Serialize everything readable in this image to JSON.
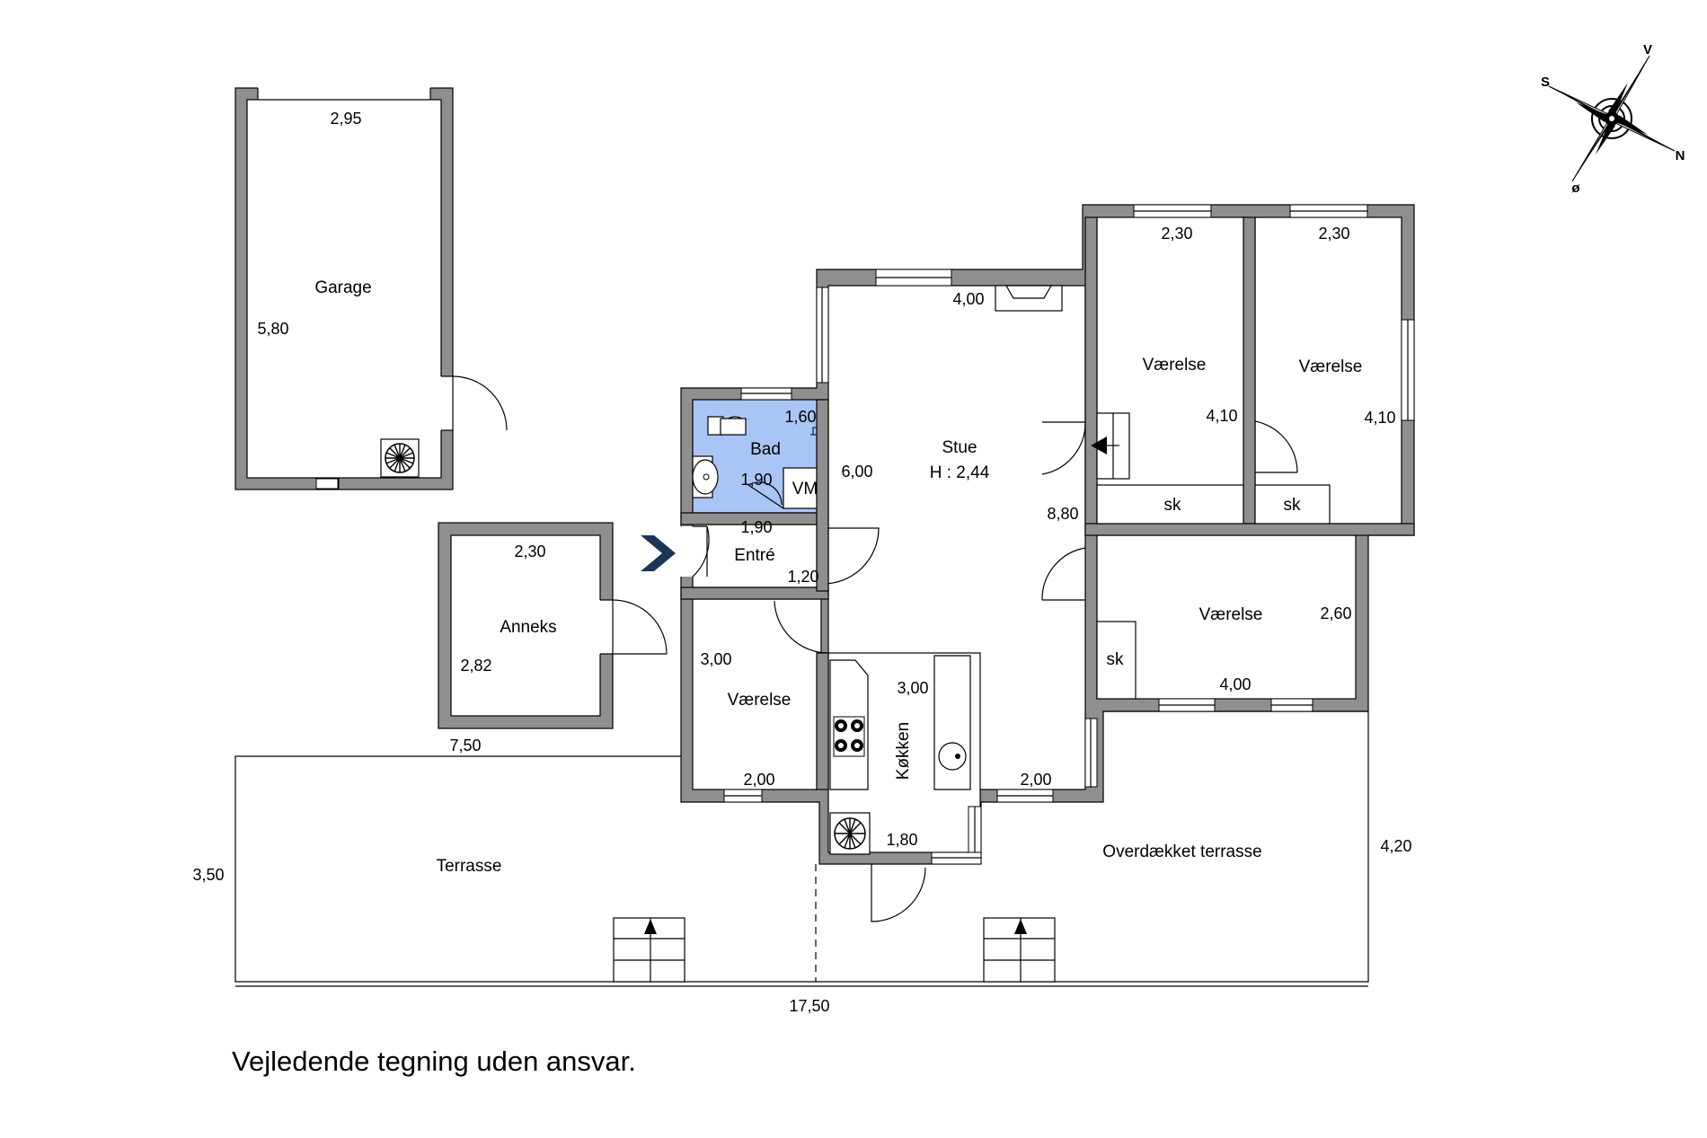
{
  "rooms": {
    "garage": "Garage",
    "anneks": "Anneks",
    "bad": "Bad",
    "vm": "VM",
    "entre": "Entré",
    "stue": "Stue",
    "stue_height": "H : 2,44",
    "vaerelse_top_left": "Værelse",
    "vaerelse_top_right": "Værelse",
    "vaerelse_mid_right": "Værelse",
    "vaerelse_bottom_left": "Værelse",
    "sk_1": "sk",
    "sk_2": "sk",
    "sk_3": "sk",
    "koekken": "Køkken",
    "terrasse": "Terrasse",
    "overdaekket_terrasse": "Overdækket terrasse"
  },
  "dimensions": {
    "garage_width": "2,95",
    "garage_length": "5,80",
    "anneks_width": "2,30",
    "anneks_length": "2,82",
    "terrace_top": "7,50",
    "terrace_side": "3,50",
    "bad_width": "1,60",
    "bad_length": "1,90",
    "entre_width": "1,90",
    "entre_length": "1,20",
    "stue_side": "6,00",
    "stue_top": "4,00",
    "stue_length": "8,80",
    "vaer_tl_width": "2,30",
    "vaer_tl_length": "4,10",
    "vaer_tr_width": "2,30",
    "vaer_tr_length": "4,10",
    "vaer_mr_width": "2,60",
    "vaer_mr_length": "4,00",
    "vaer_bl_length": "3,00",
    "vaer_bl_width": "2,00",
    "koekken_length": "3,00",
    "koekken_width": "1,80",
    "stue_bottom": "2,00",
    "covered_side": "4,20",
    "total_width": "17,50"
  },
  "compass": {
    "north": "N",
    "south": "S",
    "east": "ø",
    "west": "V"
  },
  "disclaimer": "Vejledende tegning uden ansvar.",
  "colors": {
    "wall": "#8f8f8f",
    "bathroom": "#a9c5f5",
    "entry_arrow": "#1c3557",
    "line": "#000000"
  }
}
